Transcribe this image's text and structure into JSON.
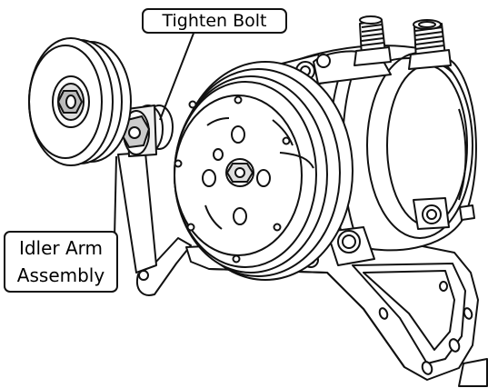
{
  "callouts": {
    "tighten_bolt": "Tighten Bolt",
    "idler_line1": "Idler Arm",
    "idler_line2": "Assembly"
  },
  "colors": {
    "ink": "#111111",
    "paper": "#ffffff",
    "shade": "#e6e6e6",
    "dark": "#555555"
  }
}
